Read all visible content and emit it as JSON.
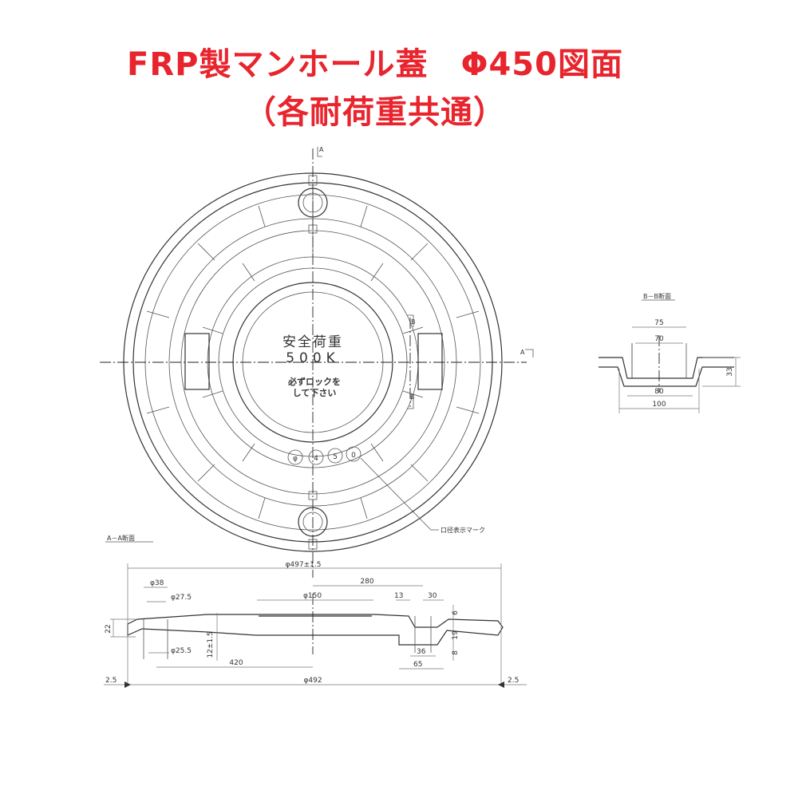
{
  "title": {
    "line1": "FRP製マンホール蓋　Φ450図面",
    "line2": "（各耐荷重共通）"
  },
  "colors": {
    "title": "#e8242d",
    "drawing": "#333333"
  },
  "plan_view": {
    "section_mark_a": "A",
    "section_mark_b": "B",
    "center_text_1": "安全荷重",
    "center_text_2": "500K",
    "center_text_3": "必ずロックを",
    "center_text_4": "して下さい",
    "size_marks": [
      "φ",
      "4",
      "5",
      "0"
    ],
    "callout": "口径表示マーク"
  },
  "section_b": {
    "label": "B－B断面",
    "dims": {
      "w75": "75",
      "w70": "70",
      "w80": "80",
      "w100": "100",
      "h33": "33"
    }
  },
  "section_a": {
    "label": "A－A断面",
    "dims": {
      "overall": "φ497±1.5",
      "d38": "φ38",
      "d27": "φ27.5",
      "d150": "φ150",
      "d280": "280",
      "d13": "13",
      "d30": "30",
      "h22": "22",
      "h12": "12±1.5",
      "d25": "φ25.5",
      "d420": "420",
      "d36": "36",
      "d65": "65",
      "h6": "6",
      "h19": "19",
      "h8": "8",
      "d492": "φ492",
      "l25": "2.5",
      "r25": "2.5"
    }
  }
}
